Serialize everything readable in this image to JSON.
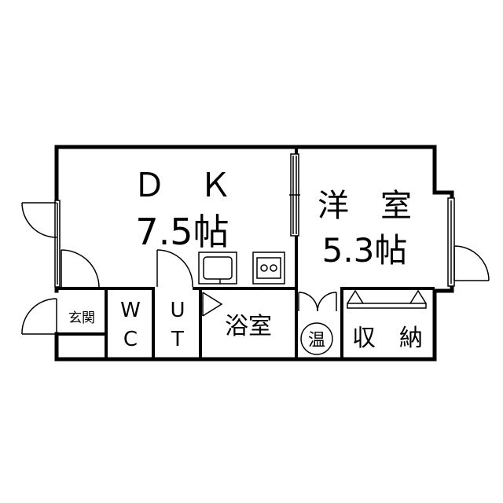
{
  "rooms": {
    "dk": {
      "name": "Ｄ　Ｋ",
      "size": "7.5帖"
    },
    "western": {
      "name": "洋　室",
      "size": "5.3帖"
    },
    "entrance": "玄関",
    "wc_top": "W",
    "wc_bottom": "C",
    "ut_top": "U",
    "ut_bottom": "T",
    "bath": "浴室",
    "heater": "温",
    "storage": "収　納"
  },
  "colors": {
    "line": "#000000",
    "background": "#ffffff"
  }
}
